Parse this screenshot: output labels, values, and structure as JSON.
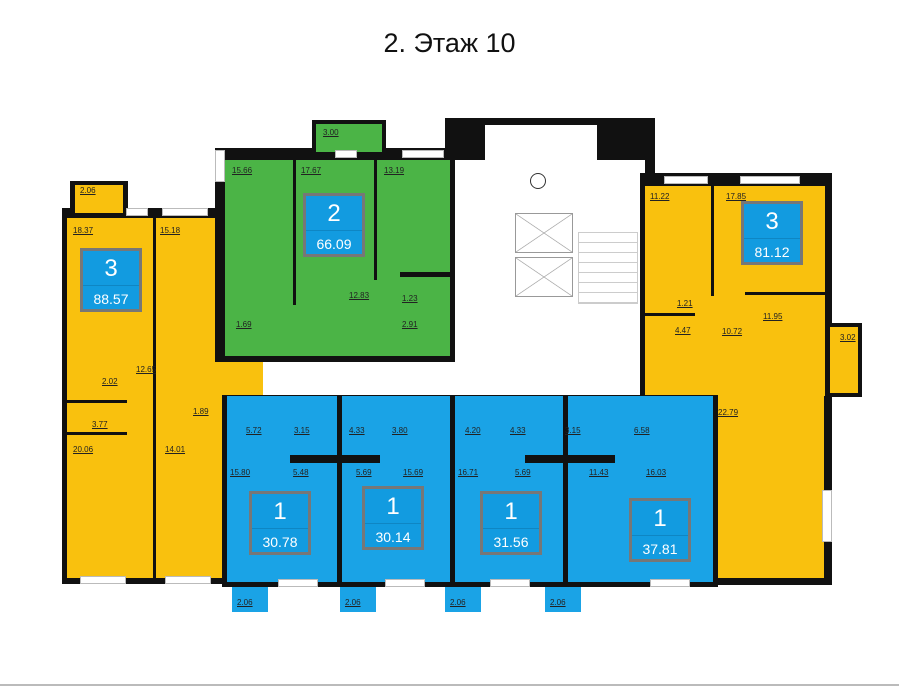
{
  "title": "2. Этаж 10",
  "colors": {
    "three_room": "#f9c10e",
    "two_room": "#4bb446",
    "one_room": "#1aa3e6",
    "badge": "#129be0"
  },
  "apartments": [
    {
      "rooms": "3",
      "area": "88.57",
      "rooms_areas": [
        "2.06",
        "18.37",
        "15.18",
        "12.65",
        "2.02",
        "3.77",
        "1.89",
        "20.06",
        "14.01"
      ]
    },
    {
      "rooms": "2",
      "area": "66.09",
      "rooms_areas": [
        "3.00",
        "15.66",
        "17.67",
        "13.19",
        "12.83",
        "1.23",
        "2.91",
        "1.69"
      ]
    },
    {
      "rooms": "3",
      "area": "81.12",
      "rooms_areas": [
        "11.22",
        "17.85",
        "1.21",
        "4.47",
        "10.72",
        "11.95",
        "3.02",
        "22.79"
      ]
    },
    {
      "rooms": "1",
      "area": "30.78",
      "rooms_areas": [
        "5.72",
        "3.15",
        "15.80",
        "5.48",
        "2.06"
      ]
    },
    {
      "rooms": "1",
      "area": "30.14",
      "rooms_areas": [
        "4.33",
        "3.80",
        "5.69",
        "15.69",
        "2.06"
      ]
    },
    {
      "rooms": "1",
      "area": "31.56",
      "rooms_areas": [
        "4.20",
        "4.33",
        "16.71",
        "5.69",
        "2.06"
      ]
    },
    {
      "rooms": "1",
      "area": "37.81",
      "rooms_areas": [
        "3.15",
        "6.58",
        "11.43",
        "16.03",
        "2.06"
      ]
    }
  ]
}
